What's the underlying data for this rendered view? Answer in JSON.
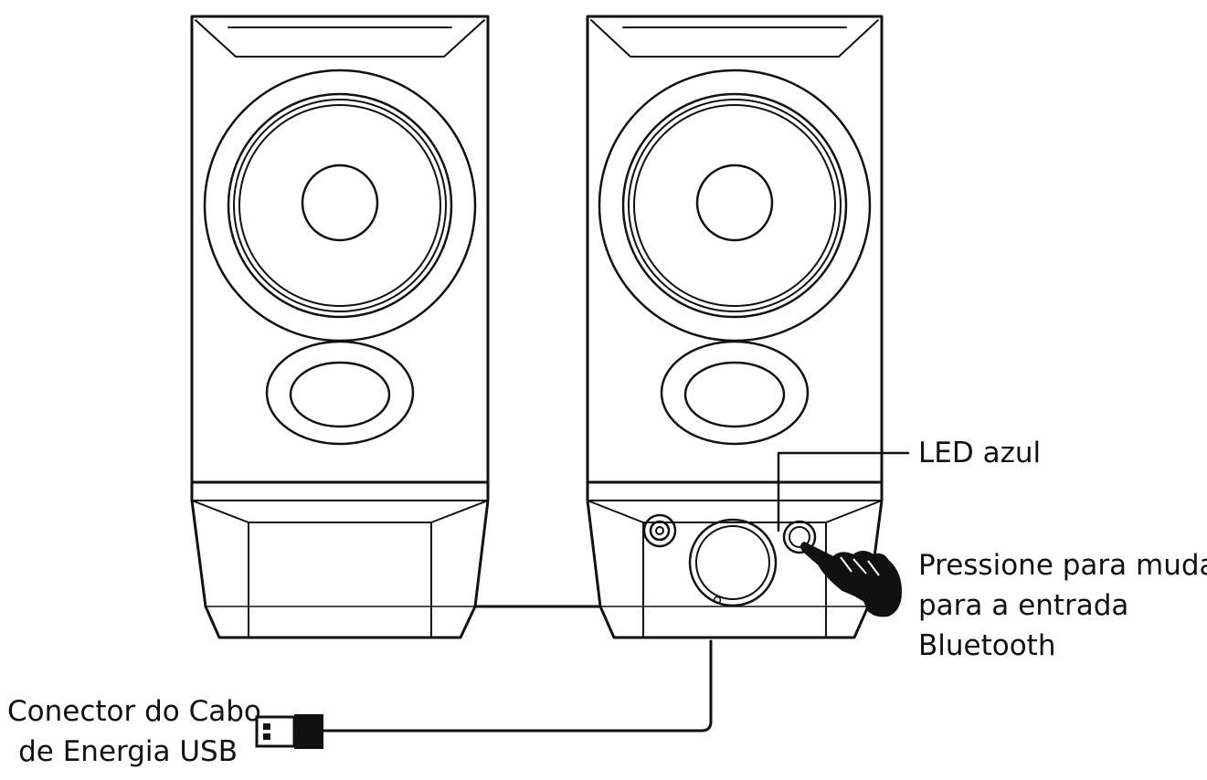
{
  "labels": {
    "led": "LED azul",
    "press": [
      "Pressione para mudar",
      "para a entrada",
      "Bluetooth"
    ],
    "usb": [
      "Conector do Cabo",
      "de Energia USB"
    ]
  },
  "colors": {
    "line": "#111111",
    "background": "#ffffff"
  },
  "icons": {
    "usb_plug": "usb-plug-icon",
    "hand": "pointing-hand-icon"
  }
}
